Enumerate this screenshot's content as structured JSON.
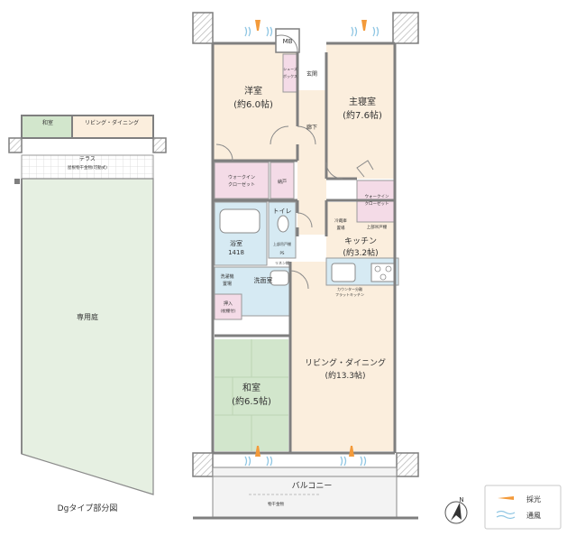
{
  "colors": {
    "wall": "#7f7f7f",
    "wall_hatch": "#bdbdbd",
    "western_room": "#fbeedd",
    "wet_area": "#d6eaf3",
    "closet": "#f4dbe7",
    "japanese_room": "#d2e6cc",
    "tatami_line": "#bcd4b5",
    "terrace_grid": "#d8d8d8",
    "garden": "#e6f0e2",
    "balcony": "#f3f3f3",
    "light_arrow": "#f39a3a",
    "wind_line": "#8fc6e3"
  },
  "rooms": {
    "western": {
      "name": "洋室",
      "size": "(約6.0帖)"
    },
    "master": {
      "name": "主寝室",
      "size": "(約7.6帖)"
    },
    "kitchen": {
      "name": "キッチン",
      "size": "(約3.2帖)"
    },
    "living": {
      "name": "リビング・ダイニング",
      "size": "(約13.3帖)"
    },
    "japanese": {
      "name": "和室",
      "size": "(約6.5帖)"
    },
    "bath": {
      "name": "浴室",
      "size": "1418"
    },
    "toilet": "トイレ",
    "washroom": "洗面室",
    "hall": "廊下",
    "entrance": "玄関",
    "balcony": "バルコニー",
    "mb": "MB",
    "shoe_1": "シューズ",
    "shoe_2": "ボックス",
    "walkin_west_1": "ウォークイン",
    "walkin_west_2": "クローゼット",
    "walkin_master_1": "ウォークイン",
    "walkin_master_2": "クローゼット",
    "storage": "納戸",
    "fridge_1": "冷蔵庫",
    "fridge_2": "置場",
    "upper_cabinet": "上部吊戸棚",
    "counter_1": "カウンター分離",
    "counter_2": "フラットキッチン",
    "washer_1": "洗濯機",
    "washer_2": "置場",
    "oshiire_1": "押入",
    "oshiire_2": "(枕棚付)",
    "toilet_shelf": "上部吊戸棚",
    "ps": "PS",
    "linen": "リネン棚",
    "balcony_note": "物干金物"
  },
  "partial": {
    "japanese_room": "和室",
    "living_dining": "リビング・ダイニング",
    "terrace": "テラス",
    "terrace_note": "屋根物干金物(可動式)",
    "garden": "専用庭",
    "caption": "Dgタイプ部分図"
  },
  "legend": {
    "light": "採光",
    "wind": "通風",
    "north": "N"
  }
}
